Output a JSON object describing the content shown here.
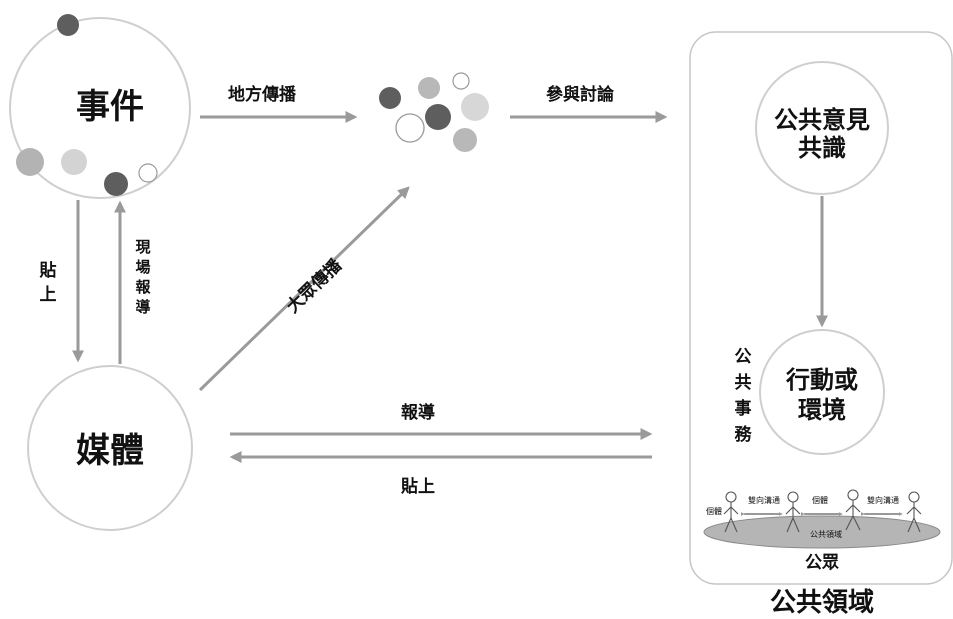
{
  "nodes": {
    "event": "事件",
    "media": "媒體",
    "opinion_line1": "公共意見",
    "opinion_line2": "共識",
    "action_line1": "行動或",
    "action_line2": "環境",
    "public_affairs": [
      "公",
      "共",
      "事",
      "務"
    ],
    "public": "公眾",
    "public_sphere_title": "公共領域"
  },
  "edges": {
    "local_spread": "地方傳播",
    "participate_discuss": "參與討論",
    "mass_spread": "大眾傳播",
    "post_left": [
      "貼",
      "上"
    ],
    "onsite_report": [
      "現",
      "場",
      "報",
      "導"
    ],
    "report": "報導",
    "post_bottom": "貼上"
  },
  "public_scene": {
    "labels": [
      "個體",
      "雙向溝通",
      "個體",
      "雙向溝通"
    ],
    "ground": "公共領域"
  },
  "colors": {
    "arrow": "#9a9a9a",
    "circle_stroke": "#c8c8c8",
    "dark_dot": "#5a5a5a",
    "mid_dot": "#a8a8a8",
    "light_dot": "#cfcfcf",
    "ground": "#b5b5b5"
  }
}
